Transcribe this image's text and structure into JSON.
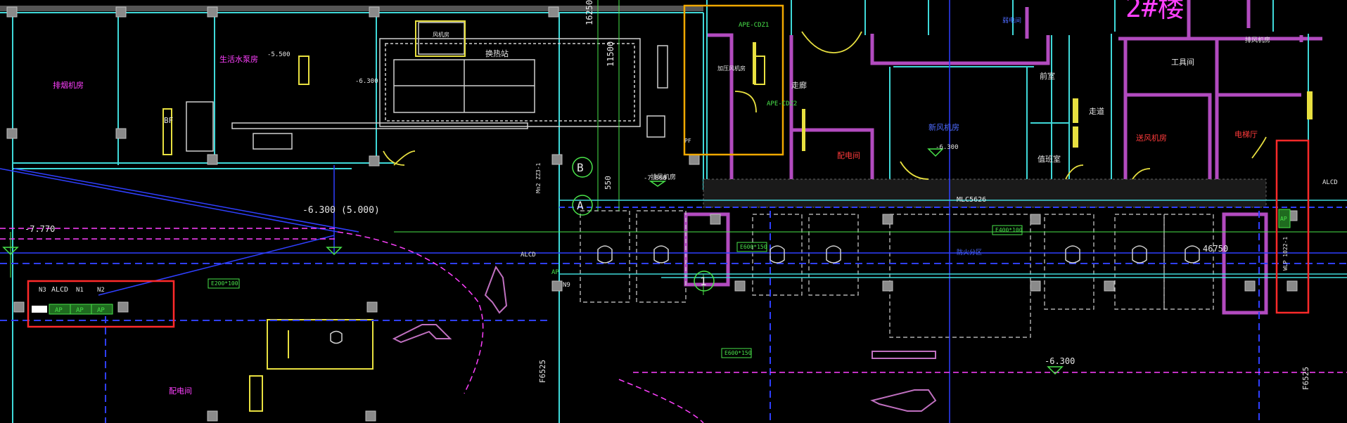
{
  "drawing": {
    "background": "#000000",
    "colors": {
      "wall": "#3fd9d9",
      "room_outline": "#b24bbf",
      "parking": "#d0d0d0",
      "axis": "#49e34a",
      "blue_line": "#2f3fff",
      "magenta": "#ff40ff",
      "yellow": "#e8e040",
      "highlight_red": "#ff2a2a",
      "highlight_orange": "#f0a800"
    }
  },
  "elevations": {
    "e1": "-5.500",
    "e2": "-6.300",
    "e3": "-6.300",
    "e4": "-7.770",
    "e5": "-7.800",
    "e6": "-6.300",
    "e7": "-6.300"
  },
  "level_note": "(5.000)",
  "dimensions": {
    "d1": "16250",
    "d2": "11500",
    "d3": "46750",
    "d4": "550",
    "d5": "F6525",
    "d6": "F6525"
  },
  "axis_labels": {
    "a": "A",
    "b": "B",
    "one": "1"
  },
  "tags": {
    "panel_1": "APE-CDZ1",
    "panel_2": "APE-CDZ2",
    "mlc": "MLC5626",
    "alcd_1": "ALCD",
    "alcd_2": "ALCD",
    "alcd_3": "ALCD",
    "n1": "N1",
    "n2": "N2",
    "n3": "N3",
    "n9": "N9",
    "ap_1": "AP",
    "ap_2": "AP",
    "ap_3": "AP",
    "ap_4": "AP",
    "ap_5": "AP",
    "bf": "BF",
    "pf": "PF",
    "cable_1": "E200*100",
    "cable_2": "E600*150",
    "cable_3": "E400*100",
    "cable_4": "E600*150",
    "vertical_1": "Mn2 ZZ3-1",
    "vertical_2": "WLP 1022-1"
  },
  "rooms": {
    "r1": "排烟机房",
    "r2": "换热站",
    "r3": "生活水泵房",
    "r4": "风机房",
    "r5": "排风机房",
    "r6": "走廊",
    "r7": "配电间",
    "r8": "新风机房",
    "r9": "走道",
    "r10": "前室",
    "r11": "加压风机房",
    "r12": "值班室",
    "r13": "弱电间",
    "r14": "防火分区",
    "r15": "送风机房",
    "r16": "电梯厅",
    "r17": "工具间",
    "r18": "排风机房",
    "r19": "配电间"
  },
  "building_label": "2#楼"
}
